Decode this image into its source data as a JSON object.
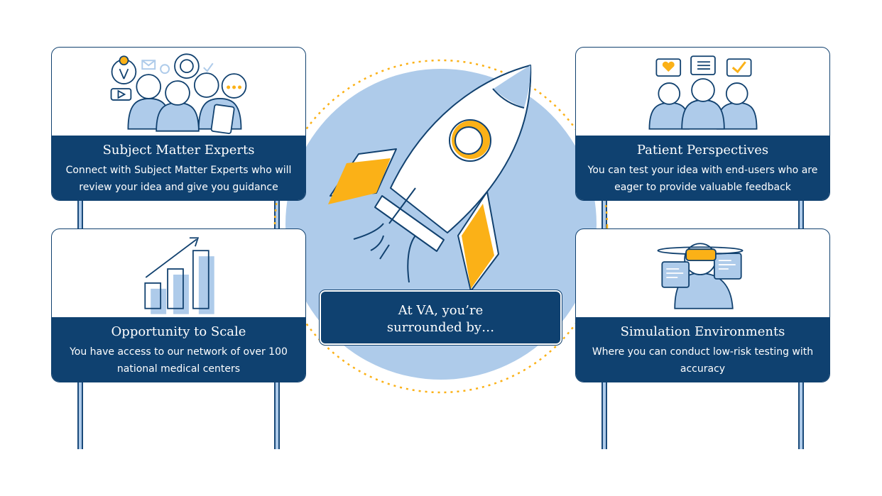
{
  "colors": {
    "navy": "#0f4170",
    "light_blue": "#aecbea",
    "accent": "#fbb117"
  },
  "center": {
    "line1": "At VA, you’re",
    "line2": "surrounded by…",
    "illustration": "rocket"
  },
  "cards": [
    {
      "title": "Subject Matter Experts",
      "desc": "Connect with Subject Matter Experts who will review your idea and give you guidance",
      "icon": "experts-group-icon"
    },
    {
      "title": "Opportunity to Scale",
      "desc": "You have access to our network of over 100 national medical centers",
      "icon": "growth-chart-icon"
    },
    {
      "title": "Patient Perspectives",
      "desc": "You can test your idea with end-users who are eager to provide valuable feedback",
      "icon": "patients-feedback-icon"
    },
    {
      "title": "Simulation Environments",
      "desc": "Where you can conduct low-risk testing with accuracy",
      "icon": "vr-headset-icon"
    }
  ]
}
